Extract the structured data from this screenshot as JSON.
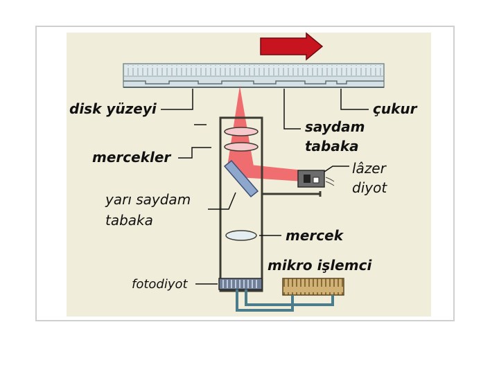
{
  "labels": {
    "disk_surface": "disk yüzeyi",
    "pit": "çukur",
    "transparent_layer_line1": "saydam",
    "transparent_layer_line2": "tabaka",
    "lenses": "mercekler",
    "laser_line1": "lâzer",
    "laser_line2": "diyot",
    "semi_transparent_line1": "yarı saydam",
    "semi_transparent_line2": "tabaka",
    "lens": "mercek",
    "microprocessor": "mikro işlemci",
    "photodiode": "fotodiyot"
  },
  "colors": {
    "arrow": "#c8141e",
    "laser_beam": "#f04a52",
    "disk": "#d8e3e6",
    "panel_background": "#f1eddb",
    "housing": "#3b3b30",
    "microprocessor": "#c8a868",
    "cable": "#4a7c8c"
  },
  "icons": {
    "direction_arrow": "right-arrow-icon"
  }
}
